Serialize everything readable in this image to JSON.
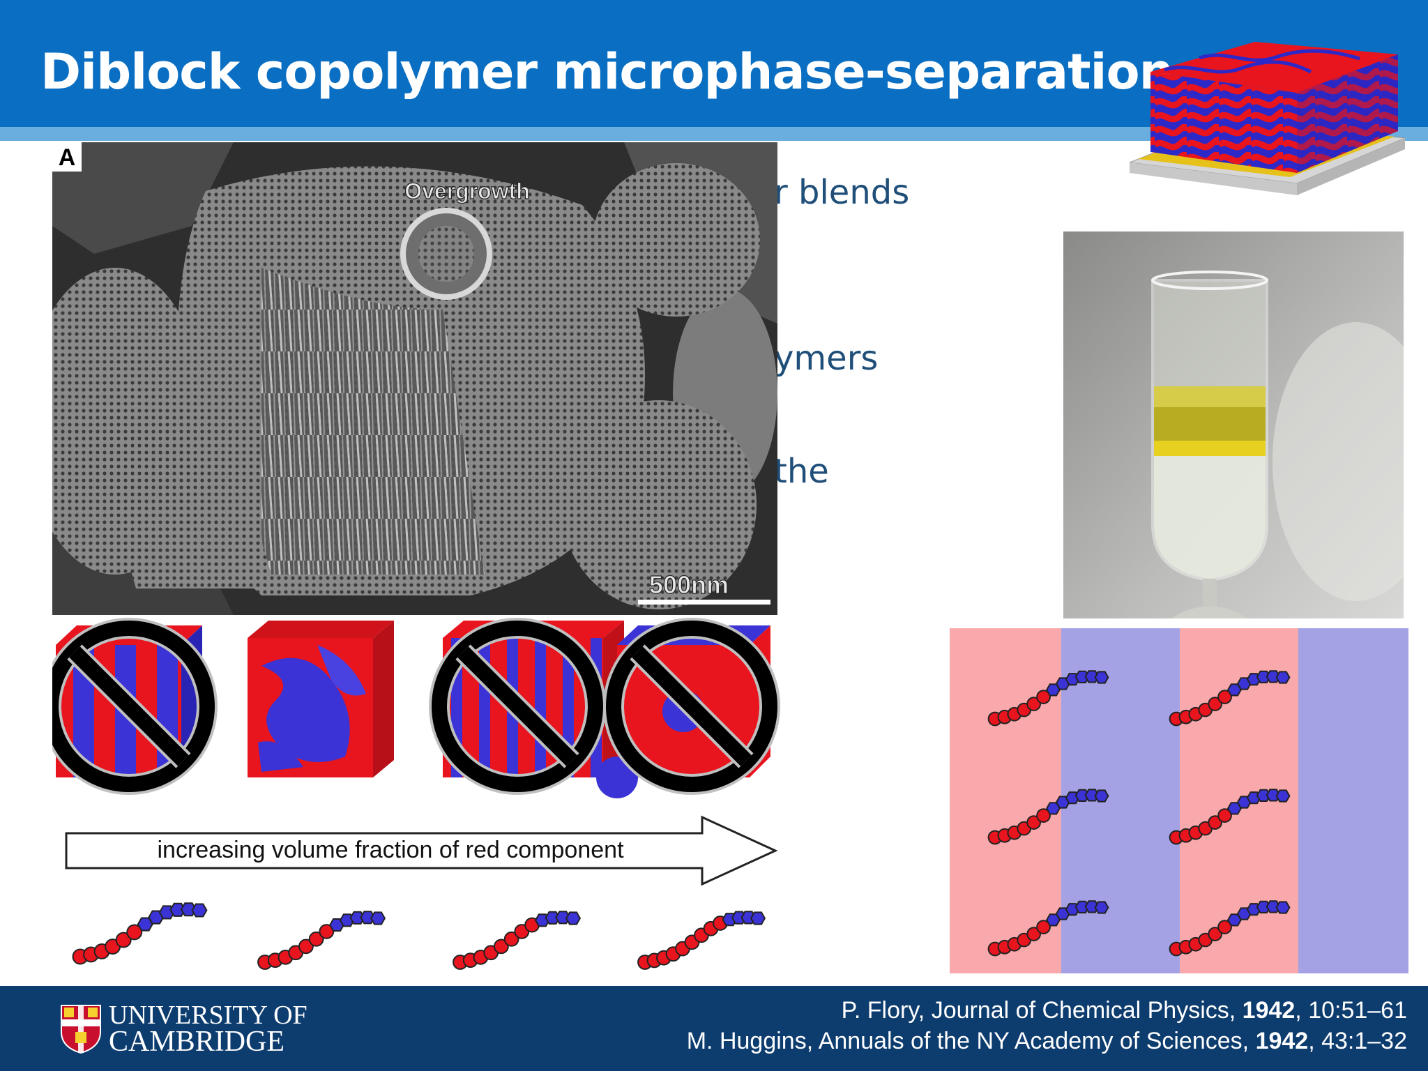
{
  "slide": {
    "title": "Diblock copolymer microphase-separation",
    "bullets_visible": [
      "r blends",
      "ymers",
      "the"
    ]
  },
  "sem_image": {
    "panel_label": "A",
    "annotation": "Overgrowth",
    "scale_bar_label": "500nm"
  },
  "phase_diagram": {
    "arrow_label": "increasing volume fraction of red component",
    "cubes": [
      {
        "phase": "lamellar",
        "crossed_out": true
      },
      {
        "phase": "gyroid",
        "crossed_out": false
      },
      {
        "phase": "cylinder",
        "crossed_out": true
      },
      {
        "phase": "sphere",
        "crossed_out": true
      }
    ]
  },
  "colors": {
    "header": "#0a6fc2",
    "header_stripe": "#6aaedf",
    "footer": "#0d3c6e",
    "red_block": "#e8141e",
    "blue_block": "#3b33d6",
    "pink_band": "#f9a9ac",
    "lavender_band": "#a4a2e4"
  },
  "footer": {
    "university_line1": "UNIVERSITY OF",
    "university_line2": "CAMBRIDGE",
    "ref1": {
      "pre": "P. Flory, Journal of Chemical Physics, ",
      "year": "1942",
      "post": ", 10:51–61"
    },
    "ref2": {
      "pre": "M. Huggins, Annuals of the NY Academy of Sciences, ",
      "year": "1942",
      "post": ", 43:1–32"
    }
  }
}
